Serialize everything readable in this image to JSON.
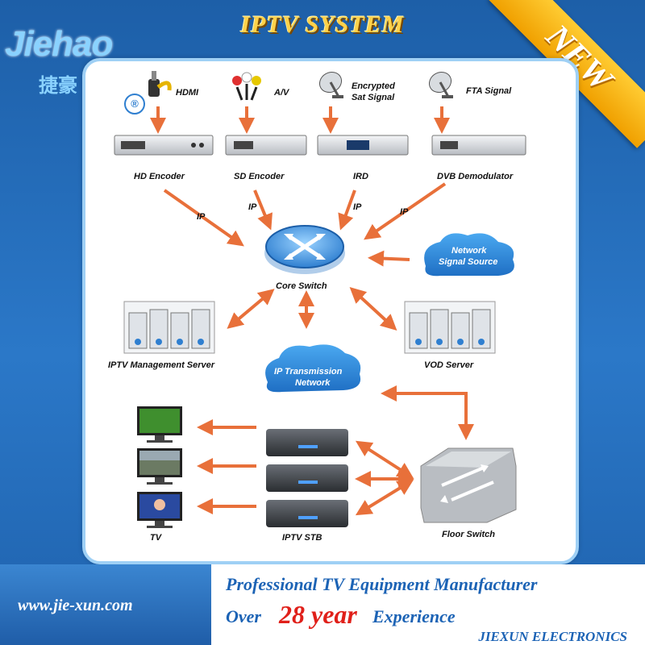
{
  "header": {
    "title": "IPTV SYSTEM",
    "logo_text": "Jiehao",
    "logo_cn": "捷豪",
    "registered_mark": "®",
    "badge": "NEW"
  },
  "sources": {
    "hdmi": "HDMI",
    "av": "A/V",
    "encrypted_line1": "Encrypted",
    "encrypted_line2": "Sat Signal",
    "fta": "FTA Signal"
  },
  "devices": {
    "hd_encoder": "HD Encoder",
    "sd_encoder": "SD Encoder",
    "ird": "IRD",
    "dvb_demodulator": "DVB Demodulator",
    "core_switch": "Core Switch",
    "iptv_management_server": "IPTV Management Server",
    "vod_server": "VOD Server",
    "tv": "TV",
    "iptv_stb": "IPTV STB",
    "floor_switch": "Floor Switch"
  },
  "links": {
    "ip": "IP"
  },
  "clouds": {
    "network_line1": "Network",
    "network_line2": "Signal Source",
    "transmission_line1": "IP Transmission",
    "transmission_line2": "Network"
  },
  "footer": {
    "url": "www.jie-xun.com",
    "tagline": "Professional TV Equipment Manufacturer",
    "over": "Over",
    "years": "28 year",
    "experience": "Experience",
    "company": "JIEXUN ELECTRONICS"
  },
  "colors": {
    "arrow": "#e8703a",
    "brand_blue": "#1c63b5",
    "accent_red": "#e0201a",
    "title_gold": "#ffd24a",
    "cloud_blue": "#2d8fe0"
  }
}
